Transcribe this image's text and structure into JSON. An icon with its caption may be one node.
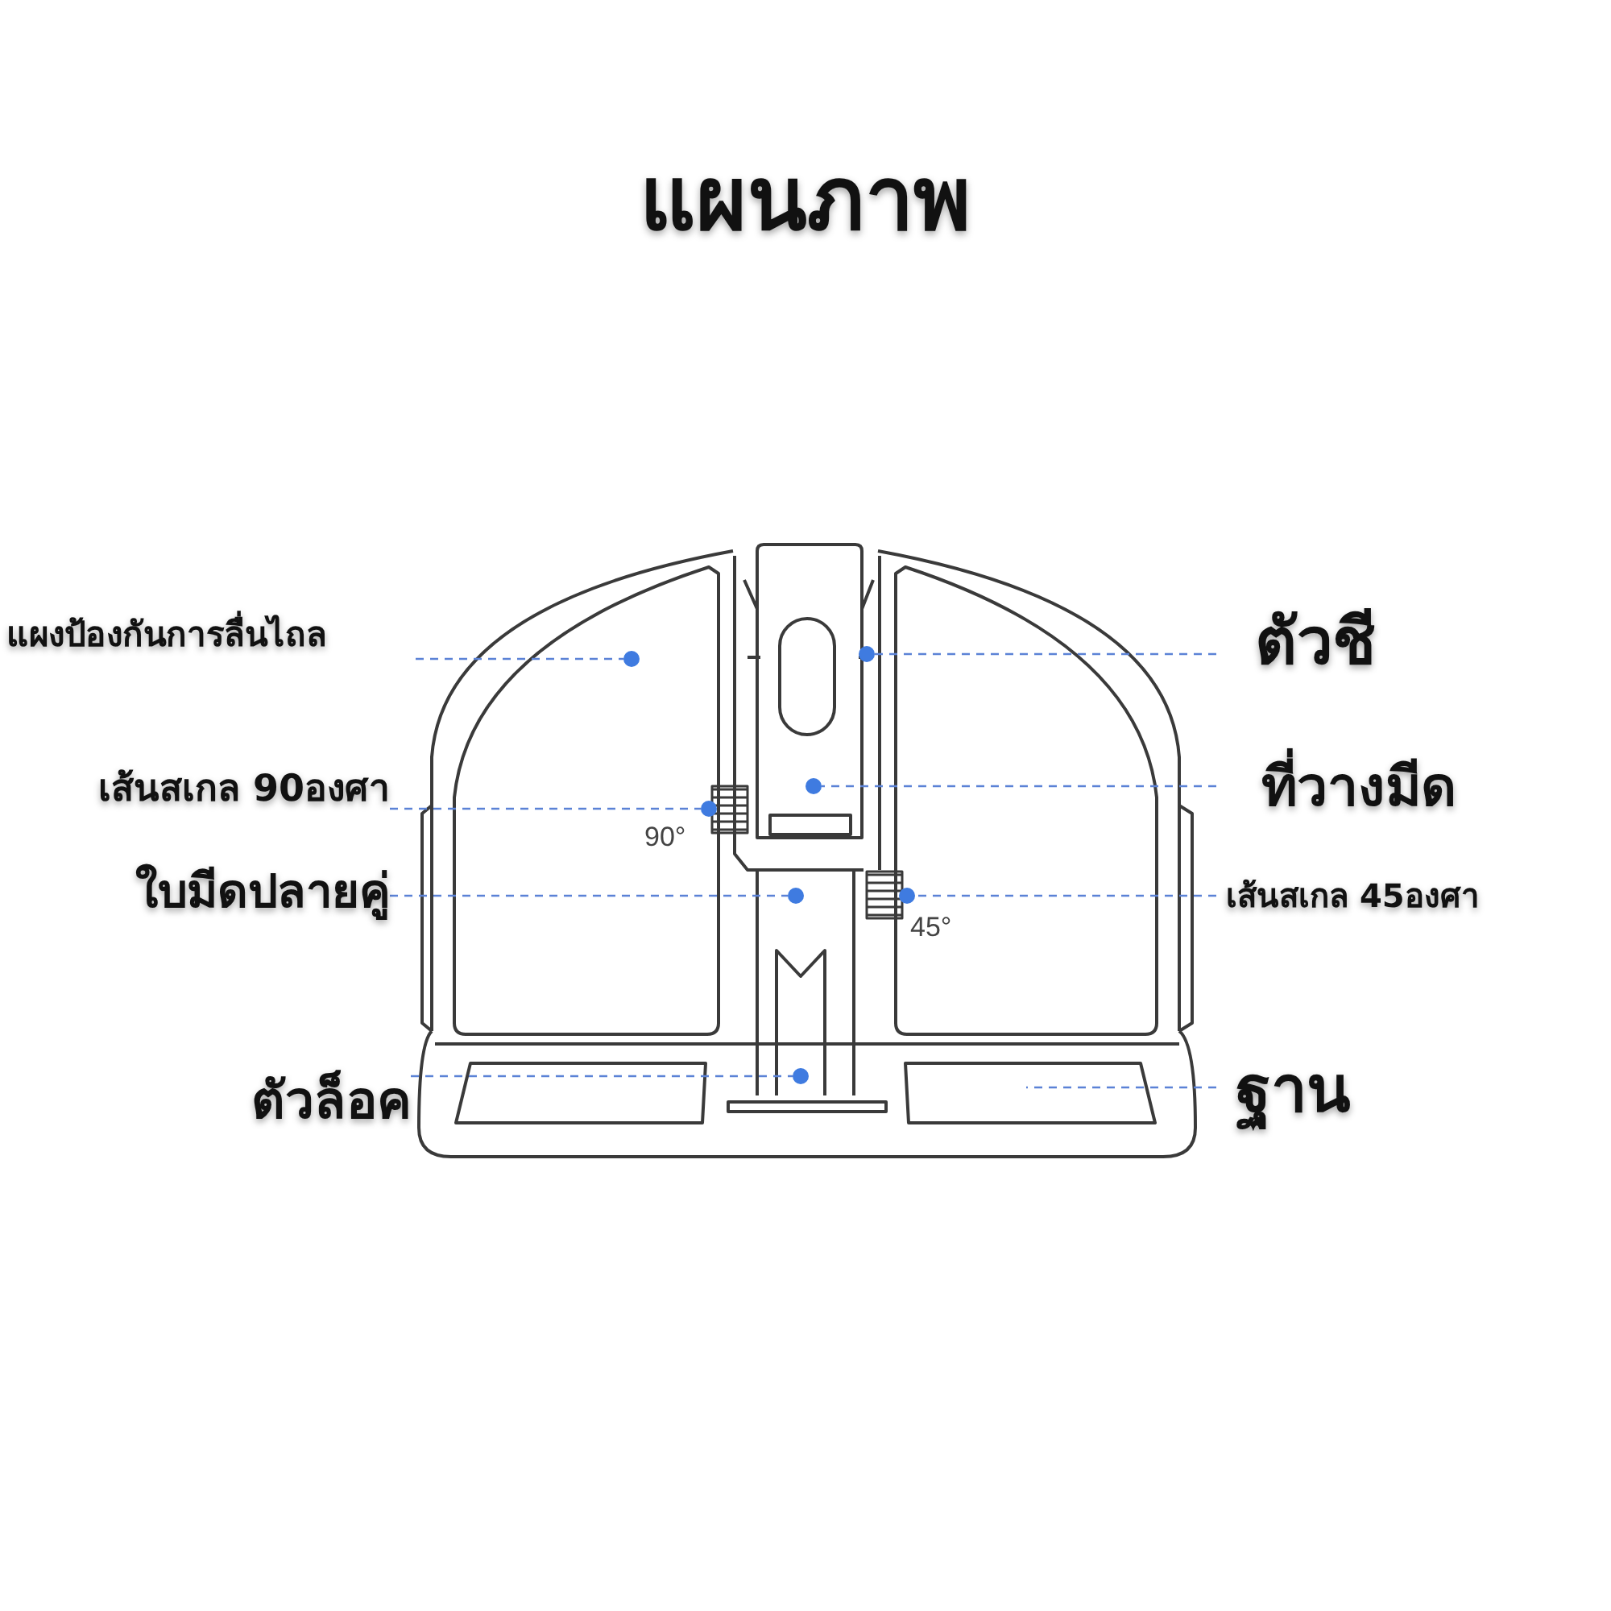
{
  "diagram": {
    "title": "แผนภาพ",
    "nodes": [
      {
        "text": [
          "แผงป้องกันการลื่นไถล"
        ]
      },
      {
        "text": [
          "ตัวชี"
        ]
      },
      {
        "text": [
          "เส้นสเกล 90องศา"
        ]
      },
      {
        "text": [
          "ที่วางมีด"
        ]
      },
      {
        "text": [
          "ใบมีดปลายคู่"
        ]
      },
      {
        "text": [
          "เส้นสเกล 45องศา"
        ]
      },
      {
        "text": [
          "ตัวล็อค"
        ]
      },
      {
        "text": [
          "ฐาน"
        ]
      },
      {
        "text": [],
        "shape": "circle"
      },
      {
        "text": [],
        "shape": "circle"
      },
      {
        "text": [],
        "shape": "circle"
      },
      {
        "text": [],
        "shape": "circle"
      },
      {
        "text": [],
        "shape": "circle"
      },
      {
        "text": [],
        "shape": "circle"
      },
      {
        "text": [],
        "shape": "circle"
      }
    ],
    "edges": [
      {
        "from": 0,
        "to": 8,
        "arrow": "none",
        "style": "dashed"
      },
      {
        "from": 1,
        "to": 9,
        "arrow": "none",
        "style": "dashed"
      },
      {
        "from": 2,
        "to": 10,
        "arrow": "none",
        "style": "dashed"
      },
      {
        "from": 3,
        "to": 11,
        "arrow": "none",
        "style": "dashed"
      },
      {
        "from": 4,
        "to": 12,
        "arrow": "none",
        "style": "dashed"
      },
      {
        "from": 5,
        "to": 13,
        "arrow": "none",
        "style": "dashed"
      },
      {
        "from": 6,
        "to": 14,
        "arrow": "none",
        "style": "dashed"
      },
      {
        "from": 7,
        "to": null,
        "arrow": "none",
        "style": "dashed"
      }
    ],
    "labels": [
      "90°",
      "45°"
    ]
  }
}
